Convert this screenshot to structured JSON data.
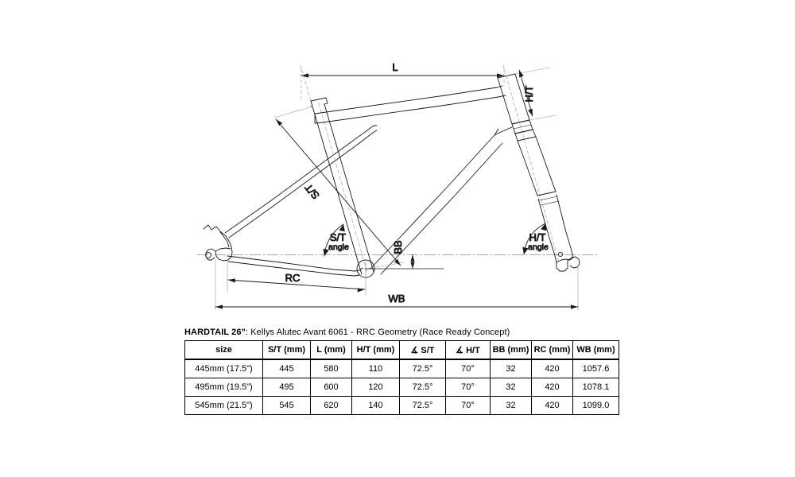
{
  "drawing": {
    "dimension_labels": {
      "top_tube": "L",
      "head_tube": "H/T",
      "seat_tube": "S/T",
      "seat_tube_angle_line1": "S/T",
      "seat_tube_angle_line2": "angle",
      "head_tube_angle_line1": "H/T",
      "head_tube_angle_line2": "angle",
      "bottom_bracket": "BB",
      "rear_center": "RC",
      "wheelbase": "WB"
    }
  },
  "spec": {
    "title_strong": "HARDTAIL 26\"",
    "title_rest": ": Kellys Alutec Avant 6061 - RRC Geometry (Race Ready Concept)",
    "columns": [
      "size",
      "S/T (mm)",
      "L (mm)",
      "H/T (mm)",
      "∡ S/T",
      "∡ H/T",
      "BB (mm)",
      "RC (mm)",
      "WB (mm)"
    ],
    "rows": [
      {
        "size": "445mm (17.5\")",
        "st": "445",
        "l": "580",
        "ht": "110",
        "st_angle": "72.5°",
        "ht_angle": "70°",
        "bb": "32",
        "rc": "420",
        "wb": "1057.6"
      },
      {
        "size": "495mm (19.5\")",
        "st": "495",
        "l": "600",
        "ht": "120",
        "st_angle": "72.5°",
        "ht_angle": "70°",
        "bb": "32",
        "rc": "420",
        "wb": "1078.1"
      },
      {
        "size": "545mm (21.5\")",
        "st": "545",
        "l": "620",
        "ht": "140",
        "st_angle": "72.5°",
        "ht_angle": "70°",
        "bb": "32",
        "rc": "420",
        "wb": "1099.0"
      }
    ]
  },
  "colors": {
    "line": "#1a1a1a",
    "background": "#ffffff",
    "centerline": "#808080"
  }
}
